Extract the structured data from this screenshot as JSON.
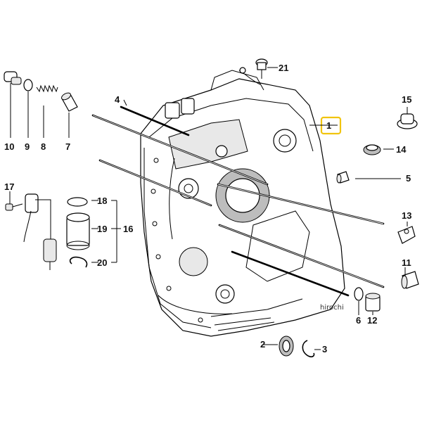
{
  "diagram": {
    "highlight_color": "#f1c40f",
    "watermark": "hirochi",
    "labels": {
      "p1": "1",
      "p2": "2",
      "p3": "3",
      "p4": "4",
      "p5": "5",
      "p6": "6",
      "p7": "7",
      "p8": "8",
      "p9": "9",
      "p10": "10",
      "p11": "11",
      "p12": "12",
      "p13": "13",
      "p14": "14",
      "p15": "15",
      "p16": "16",
      "p17": "17",
      "p18": "18",
      "p19": "19",
      "p20": "20",
      "p21": "21"
    }
  }
}
